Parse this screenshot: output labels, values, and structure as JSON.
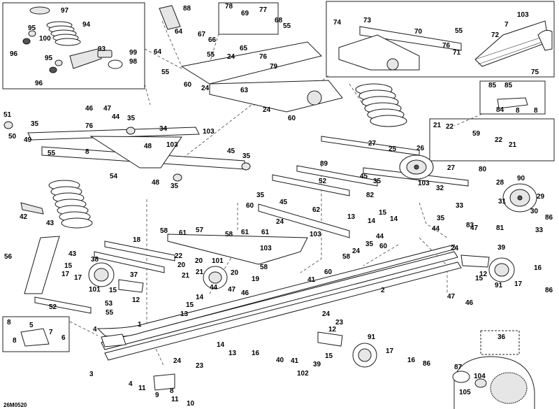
{
  "diagram": {
    "drawing_code": "26M0520",
    "callouts": {
      "c1": "1",
      "c2": "2",
      "c3": "3",
      "c4": "4",
      "c5": "5",
      "c6": "6",
      "c7": "7",
      "c8": "8",
      "c9": "9",
      "c10": "10",
      "c11": "11",
      "c12": "12",
      "c13": "13",
      "c14": "14",
      "c15": "15",
      "c16": "16",
      "c17": "17",
      "c18": "18",
      "c19": "19",
      "c20": "20",
      "c21": "21",
      "c22": "22",
      "c23": "23",
      "c24": "24",
      "c25": "25",
      "c26": "26",
      "c27": "27",
      "c28": "28",
      "c29": "29",
      "c30": "30",
      "c31": "31",
      "c32": "32",
      "c33": "33",
      "c34": "34",
      "c35": "35",
      "c36": "36",
      "c37": "37",
      "c38": "38",
      "c39": "39",
      "c40": "40",
      "c41": "41",
      "c42": "42",
      "c43": "43",
      "c44": "44",
      "c45": "45",
      "c46": "46",
      "c47": "47",
      "c48": "48",
      "c49": "49",
      "c50": "50",
      "c51": "51",
      "c52": "52",
      "c53": "53",
      "c54": "54",
      "c55": "55",
      "c56": "56",
      "c57": "57",
      "c58": "58",
      "c59": "59",
      "c60": "60",
      "c61": "61",
      "c62": "62",
      "c63": "63",
      "c64": "64",
      "c65": "65",
      "c66": "66",
      "c67": "67",
      "c68": "68",
      "c69": "69",
      "c70": "70",
      "c71": "71",
      "c72": "72",
      "c73": "73",
      "c74": "74",
      "c75": "75",
      "c76": "76",
      "c77": "77",
      "c78": "78",
      "c79": "79",
      "c80": "80",
      "c81": "81",
      "c82": "82",
      "c83": "83",
      "c84": "84",
      "c85": "85",
      "c86": "86",
      "c87": "87",
      "c88": "88",
      "c89": "89",
      "c90": "90",
      "c91": "91",
      "c93": "93",
      "c94": "94",
      "c95": "95",
      "c96": "96",
      "c97": "97",
      "c98": "98",
      "c99": "99",
      "c100": "100",
      "c101": "101",
      "c102": "102",
      "c103": "103",
      "c104": "104",
      "c105": "105"
    }
  }
}
